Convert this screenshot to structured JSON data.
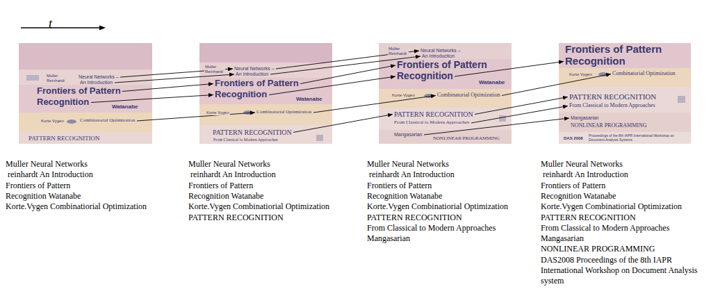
{
  "diagram": {
    "nodes": [
      {
        "text": [
          "Muller Reinhardt"
        ]
      },
      {
        "text": [
          "Neural Networks –"
        ]
      },
      {
        "text": [
          "An Introduction"
        ]
      },
      {
        "text": [
          "Frontiers of Pattern"
        ]
      },
      {
        "text": [
          "Recognition"
        ]
      },
      {
        "text": [
          "Watanabe"
        ]
      },
      {
        "text": [
          "Korte Vygen"
        ]
      },
      {
        "text": [
          "Combinatorial Optimization"
        ]
      },
      {
        "text": [
          "PATTERN RECOGNITION"
        ]
      },
      {
        "text": [
          "Muller Reinhardt"
        ]
      },
      {
        "text": [
          "Neural Networks –"
        ]
      },
      {
        "text": [
          "An Introduction"
        ]
      },
      {
        "text": [
          "Frontiers of Pattern"
        ]
      },
      {
        "text": [
          "Recognition"
        ]
      },
      {
        "text": [
          "Watanabe"
        ]
      },
      {
        "text": [
          "Korte Vygen"
        ]
      },
      {
        "text": [
          "Combinatorial Optimization"
        ]
      },
      {
        "text": [
          "PATTERN RECOGNITION"
        ]
      },
      {
        "text": [
          "From Classical to Modern Approaches"
        ]
      },
      {
        "text": [
          "Muller Reinhardt"
        ]
      },
      {
        "text": [
          "Neural Networks –"
        ]
      },
      {
        "text": [
          "An Introduction"
        ]
      },
      {
        "text": [
          "Frontiers of Pattern"
        ]
      },
      {
        "text": [
          "Recognition"
        ]
      },
      {
        "text": [
          "Watanabe"
        ]
      },
      {
        "text": [
          "Korte Vygen"
        ]
      },
      {
        "text": [
          "Combinatorial Optimization"
        ]
      },
      {
        "text": [
          "PATTERN RECOGNITION"
        ]
      },
      {
        "text": [
          "From Classical to Modern Approaches"
        ]
      },
      {
        "text": [
          "Mangasarian"
        ]
      },
      {
        "text": [
          "NONLINEAR PROGRAMMING"
        ]
      },
      {
        "text": [
          "Frontiers of Pattern"
        ]
      },
      {
        "text": [
          "Recognition"
        ]
      },
      {
        "text": [
          "Korte Vygen"
        ]
      },
      {
        "text": [
          "Combinatorial Optimization"
        ]
      },
      {
        "text": [
          "PATTERN RECOGNITION"
        ]
      },
      {
        "text": [
          "From Classical to Modern Approaches"
        ]
      },
      {
        "text": [
          "Mangasarian"
        ]
      },
      {
        "text": [
          "NONLINEAR PROGRAMMING"
        ]
      },
      {
        "text": [
          "DAS 2008"
        ]
      },
      {
        "text": [
          "Proceedings of the 8th IAPR International Workshop on Document Analysis Systems"
        ]
      }
    ],
    "edges": [
      {
        "from": 1,
        "to": 10,
        "arrow": "to"
      },
      {
        "from": 2,
        "to": 11,
        "arrow": "to"
      },
      {
        "from": 3,
        "to": 12,
        "arrow": "to"
      },
      {
        "from": 4,
        "to": 13,
        "arrow": "to"
      },
      {
        "from": 7,
        "to": 16,
        "arrow": "to"
      },
      {
        "from": 10,
        "to": 20,
        "arrow": "to"
      },
      {
        "from": 11,
        "to": 21,
        "arrow": "to"
      },
      {
        "from": 12,
        "to": 22,
        "arrow": "to"
      },
      {
        "from": 13,
        "to": 23,
        "arrow": "to"
      },
      {
        "from": 16,
        "to": 26,
        "arrow": "to"
      },
      {
        "from": 17,
        "to": 27,
        "arrow": "to"
      },
      {
        "from": 23,
        "to": 32,
        "arrow": "to"
      },
      {
        "from": 26,
        "to": 34,
        "arrow": "to"
      },
      {
        "from": 27,
        "to": 35,
        "arrow": "to"
      },
      {
        "from": 28,
        "to": 36,
        "arrow": "to"
      },
      {
        "from": 29,
        "to": 37,
        "arrow": "to"
      }
    ],
    "labels": [
      "t",
      "Muller Neural Networks",
      "reinhardt An Introduction",
      "Frontiers of Pattern",
      "Recognition Watanabe",
      "Korte.Vygen Combinatiorial Optimization",
      "Muller Neural Networks",
      "reinhardt An Introduction",
      "Frontiers of Pattern",
      "Recognition Watanabe",
      "Korte.Vygen Combinatiorial Optimization",
      "PATTERN RECOGNITION",
      "Muller Neural Networks",
      "reinhardt An Introduction",
      "Frontiers of Pattern",
      "Recognition Watanabe",
      "Korte.Vygen Combinatiorial Optimization",
      "PATTERN RECOGNITION",
      "From Classical to Modern Approaches",
      "Mangasarian",
      "Muller Neural Networks",
      "reinhardt An Introduction",
      "Frontiers of Pattern",
      "Recognition Watanabe",
      "Korte.Vygen Combinatiorial Optimization",
      "PATTERN RECOGNITION",
      "From Classical to Modern Approaches",
      "Mangasarian",
      "NONLINEAR PROGRAMMING",
      "DAS2008 Proceedings of the 8th IAPR International Workshop on Document Analysis system"
    ]
  }
}
